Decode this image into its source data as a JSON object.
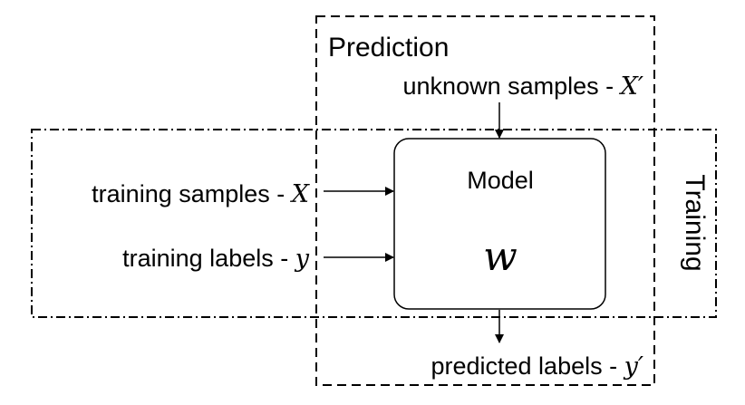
{
  "prediction": {
    "title": "Prediction",
    "input_text": "unknown samples - ",
    "input_var": "X′",
    "output_text": "predicted labels - ",
    "output_var": "y′"
  },
  "training": {
    "title": "Training",
    "samples_text": "training samples - ",
    "samples_var": "X",
    "labels_text": "training labels - ",
    "labels_var": "y"
  },
  "model": {
    "title": "Model",
    "param": "w"
  }
}
